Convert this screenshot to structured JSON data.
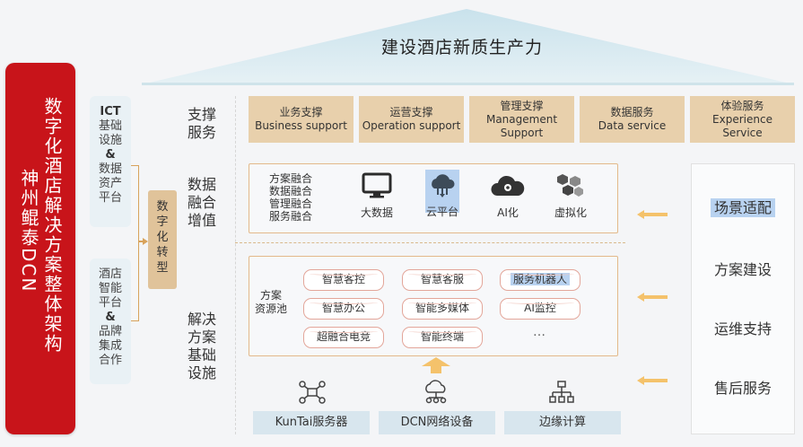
{
  "roof": {
    "title": "建设酒店新质生产力"
  },
  "banner": {
    "col1": "数字化酒店解决方案整体架构",
    "col2": "神州鲲泰DCN"
  },
  "left_top": {
    "l1": "ICT",
    "l2": "基础",
    "l3": "设施",
    "l4": "&",
    "l5": "数据",
    "l6": "资产",
    "l7": "平台"
  },
  "left_bottom": {
    "l1": "酒店",
    "l2": "智能",
    "l3": "平台",
    "l4": "&",
    "l5": "品牌",
    "l6": "集成",
    "l7": "合作"
  },
  "transform": {
    "l1": "数",
    "l2": "字",
    "l3": "化",
    "l4": "转",
    "l5": "型"
  },
  "rows": {
    "support": {
      "l1": "支撑",
      "l2": "服务"
    },
    "data": {
      "l1": "数据",
      "l2": "融合",
      "l3": "增值"
    },
    "infra": {
      "l1": "解决",
      "l2": "方案",
      "l3": "基础",
      "l4": "设施"
    }
  },
  "support_boxes": [
    {
      "cn": "业务支撑",
      "en1": "Business support",
      "en2": ""
    },
    {
      "cn": "运营支撑",
      "en1": "Operation support",
      "en2": ""
    },
    {
      "cn": "管理支撑",
      "en1": "Management",
      "en2": "Support"
    },
    {
      "cn": "数据服务",
      "en1": "Data service",
      "en2": ""
    },
    {
      "cn": "体验服务",
      "en1": "Experience",
      "en2": "Service"
    }
  ],
  "fusion": {
    "list": [
      "方案融合",
      "数据融合",
      "管理融合",
      "服务融合"
    ],
    "icons": [
      {
        "label": "大数据",
        "icon": "monitor-icon"
      },
      {
        "label": "云平台",
        "icon": "cloud-icon"
      },
      {
        "label": "AI化",
        "icon": "ai-cloud-icon"
      },
      {
        "label": "虚拟化",
        "icon": "cubes-icon"
      }
    ]
  },
  "pool": {
    "l1": "方案",
    "l2": "资源池",
    "items": [
      "智慧客控",
      "智慧客服",
      "服务机器人",
      "智慧办公",
      "智能多媒体",
      "AI监控",
      "超融合电竞",
      "智能终端"
    ],
    "ellipsis": "…"
  },
  "bottom": [
    {
      "label": "KunTai服务器",
      "icon": "server-network-icon"
    },
    {
      "label": "DCN网络设备",
      "icon": "network-cloud-icon"
    },
    {
      "label": "边缘计算",
      "icon": "edge-tree-icon"
    }
  ],
  "right": [
    "场景适配",
    "方案建设",
    "运维支持",
    "售后服务"
  ],
  "colors": {
    "red": "#c8141a",
    "gold": "#e8d0ac",
    "highlight": "#b8d2f0",
    "side_blue": "#e9f1f5",
    "arrow_orange": "#f1b46a"
  }
}
